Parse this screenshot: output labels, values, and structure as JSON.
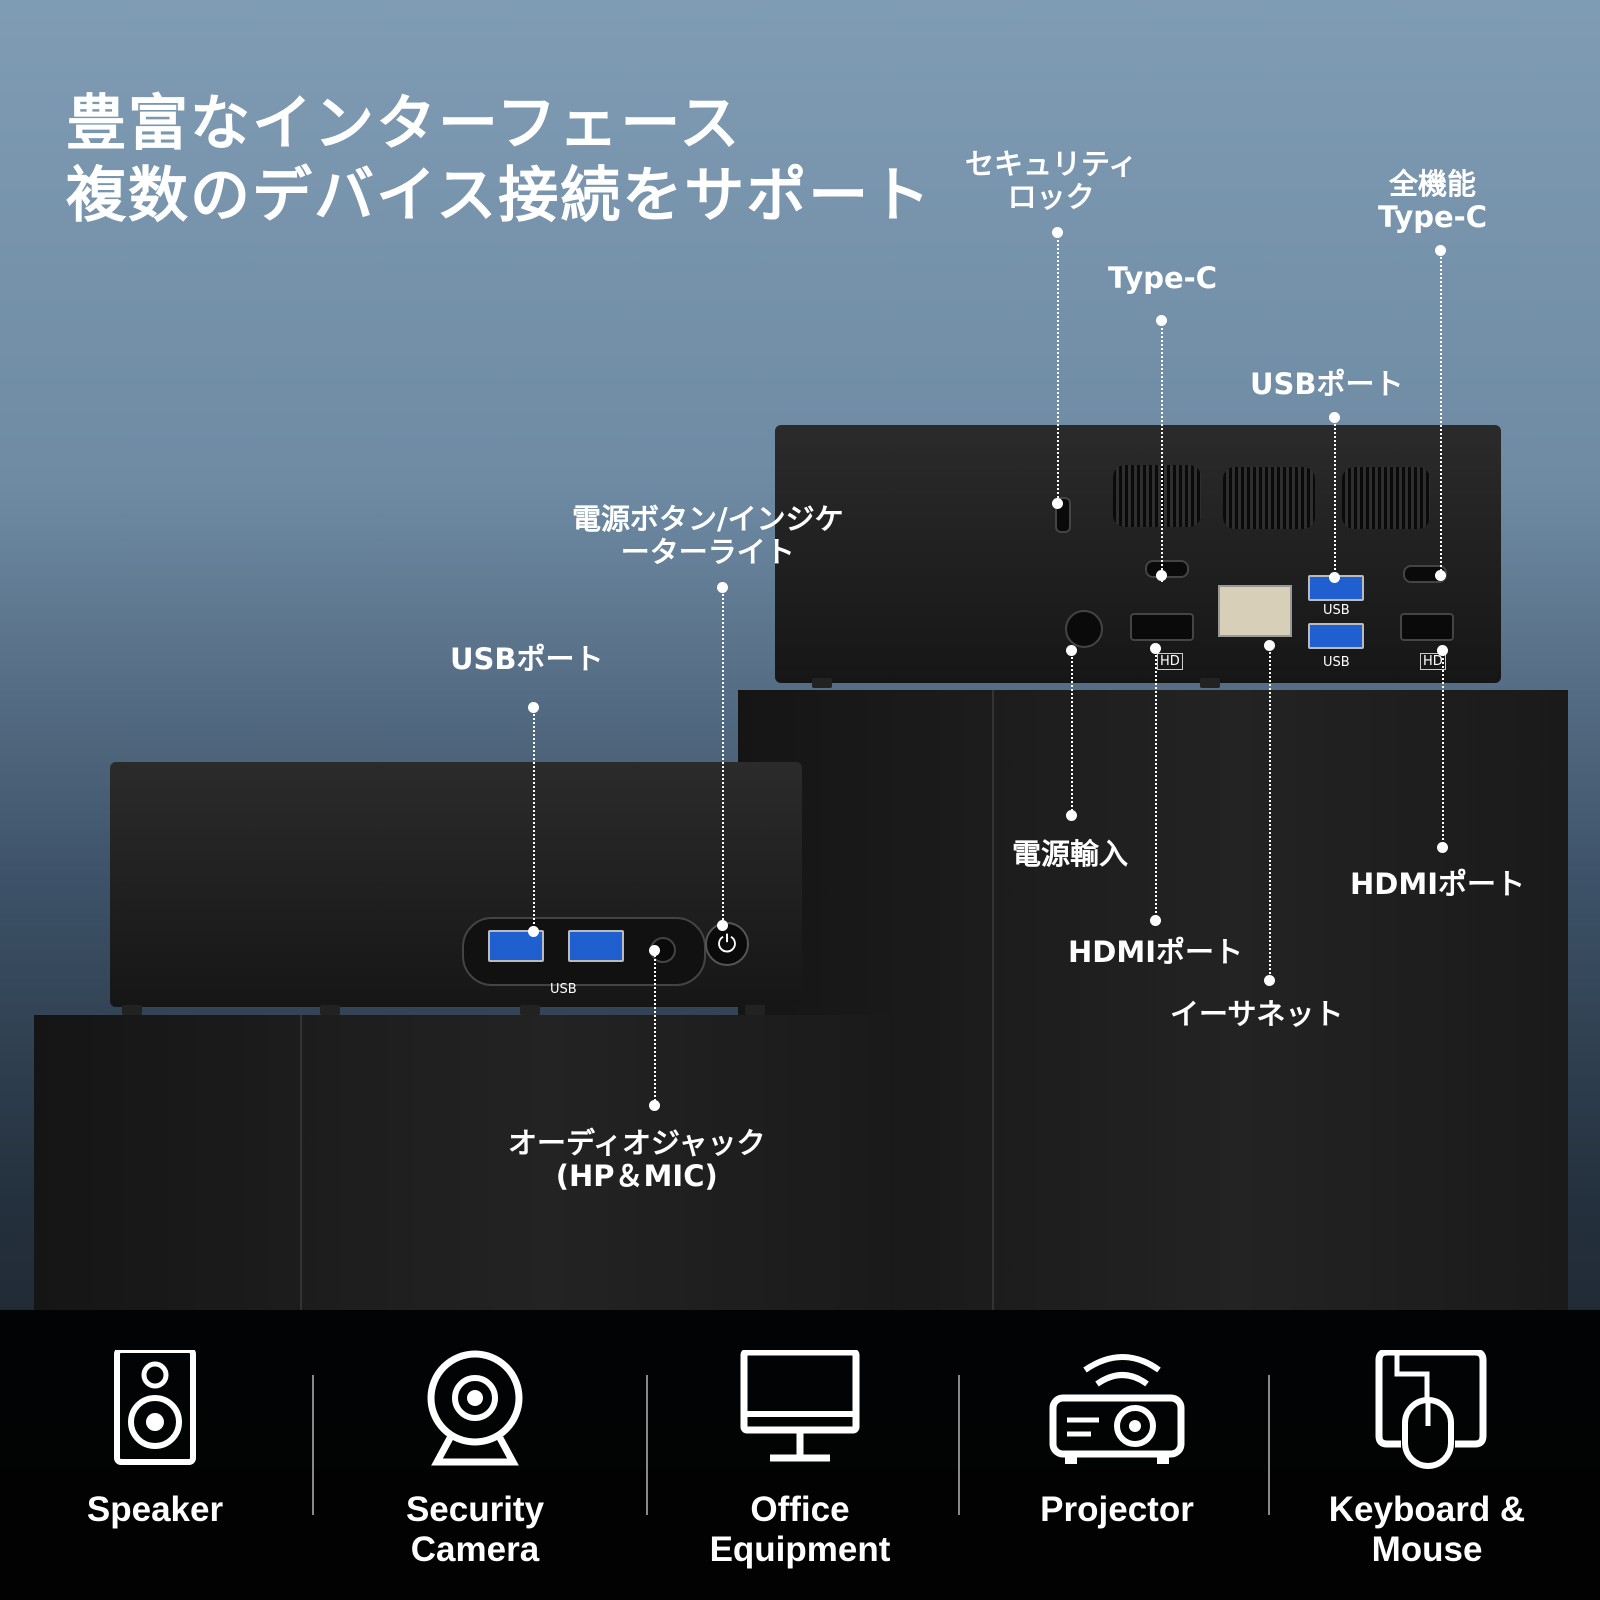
{
  "title": {
    "line1": "豊富なインターフェース",
    "line2": "複数のデバイス接続をサポート"
  },
  "callouts": {
    "security_lock_l1": "セキュリティ",
    "security_lock_l2": "ロック",
    "full_type_c_l1": "全機能",
    "full_type_c_l2": "Type-C",
    "type_c": "Type-C",
    "usb_port_rear": "USBポート",
    "power_button_l1": "電源ボタン/インジケ",
    "power_button_l2": "ーターライト",
    "usb_port_front": "USBポート",
    "power_input": "電源輸入",
    "hdmi_port_right": "HDMIポート",
    "hdmi_port_mid": "HDMIポート",
    "ethernet": "イーサネット",
    "audio_jack_l1": "オーディオジャック",
    "audio_jack_l2": "(HP＆MIC)"
  },
  "device_marks": {
    "usb_front": "USB",
    "usb_rear_1": "USB",
    "usb_rear_2": "USB",
    "hd_1": "HD",
    "hd_2": "HD"
  },
  "features": [
    {
      "label_l1": "Speaker",
      "label_l2": "",
      "icon": "speaker-icon"
    },
    {
      "label_l1": "Security",
      "label_l2": "Camera",
      "icon": "webcam-icon"
    },
    {
      "label_l1": "Office",
      "label_l2": "Equipment",
      "icon": "monitor-icon"
    },
    {
      "label_l1": "Projector",
      "label_l2": "",
      "icon": "projector-icon"
    },
    {
      "label_l1": "Keyboard &",
      "label_l2": "Mouse",
      "icon": "keyboard-mouse-icon"
    }
  ],
  "colors": {
    "usb_blue": "#1f5fd0",
    "background_top": "#7f9cb4",
    "background_bottom": "#1a1f26"
  }
}
